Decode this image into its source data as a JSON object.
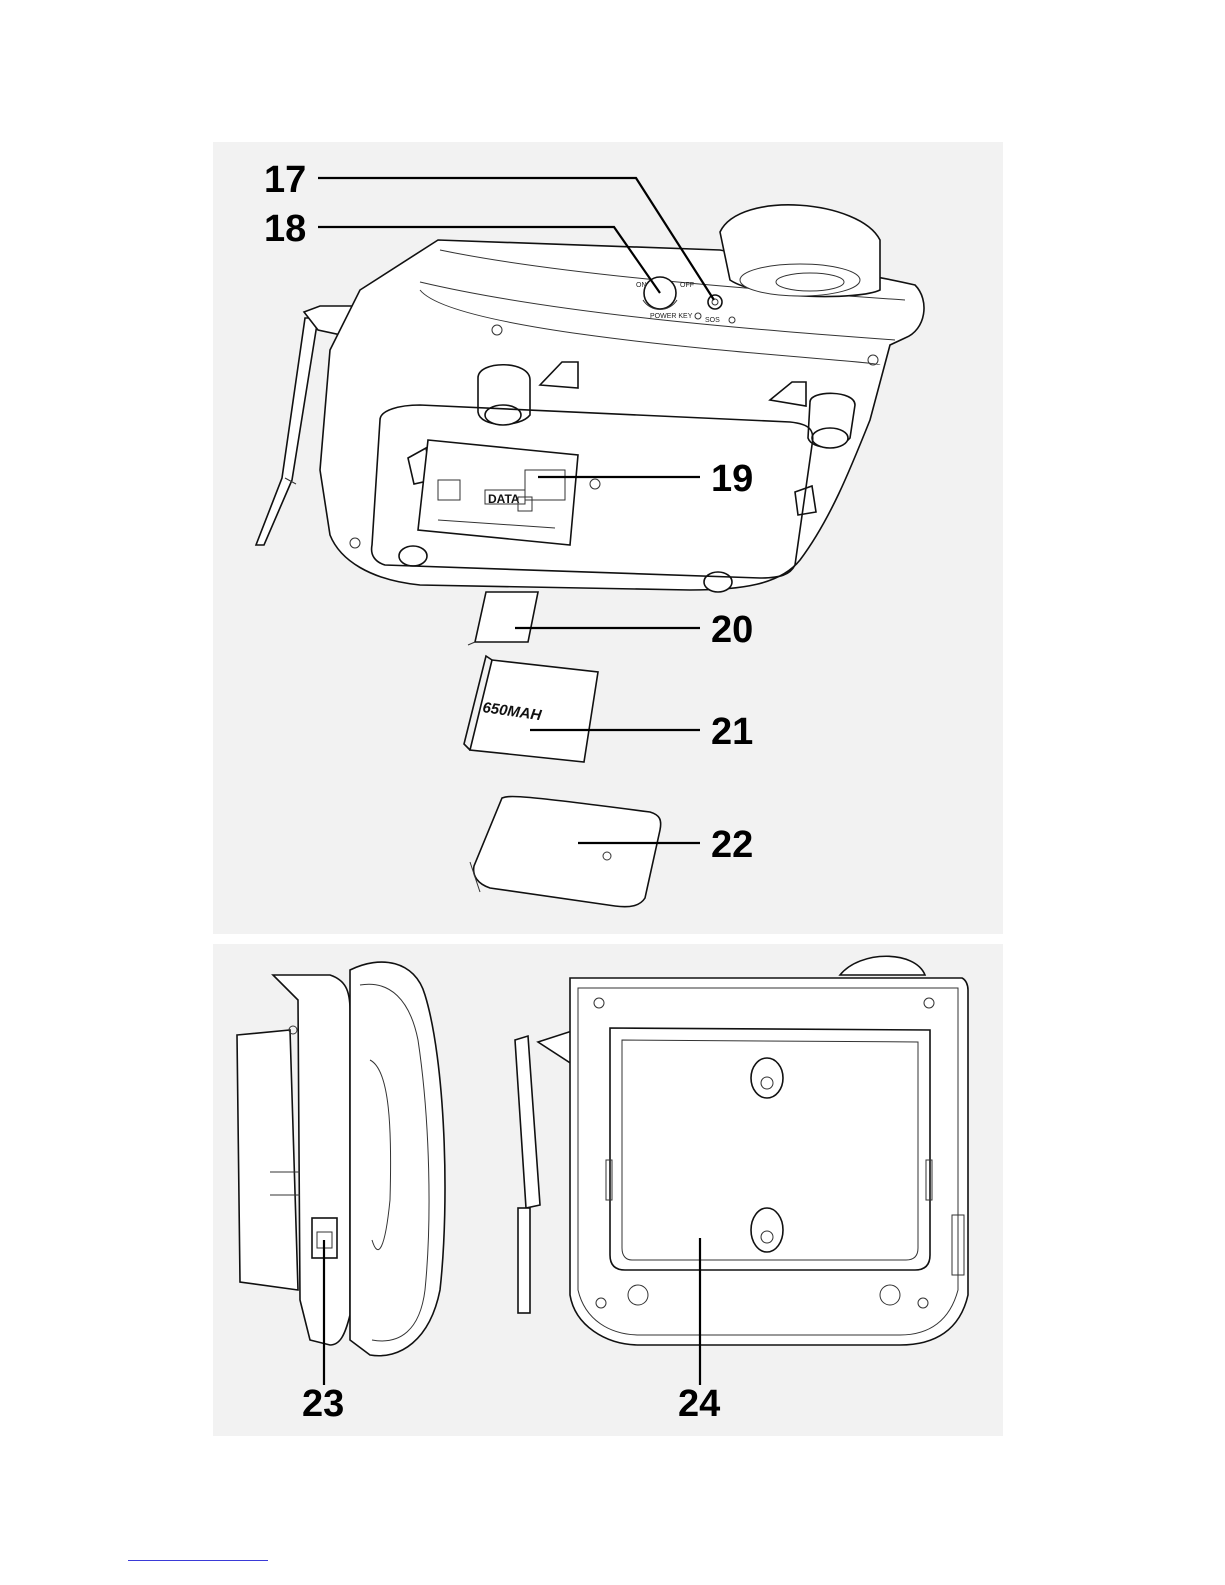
{
  "callouts": {
    "c17": "17",
    "c18": "18",
    "c19": "19",
    "c20": "20",
    "c21": "21",
    "c22": "22",
    "c23": "23",
    "c24": "24"
  },
  "device_labels": {
    "on": "ON",
    "off": "OFF",
    "power_key": "POWER KEY",
    "sos": "SOS",
    "data": "DATA",
    "battery_capacity": "650MAH"
  }
}
